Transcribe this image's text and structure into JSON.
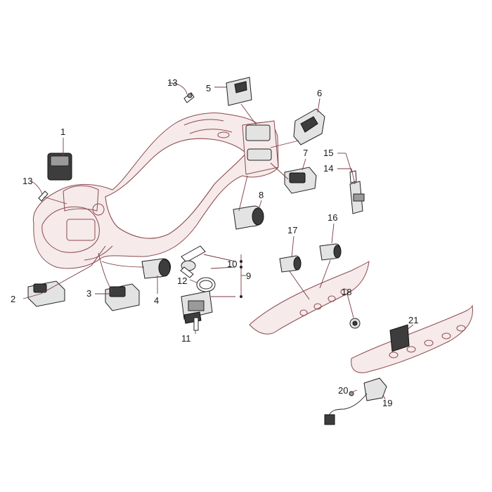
{
  "diagram": {
    "callouts": [
      {
        "id": "c1",
        "label": "1"
      },
      {
        "id": "c2",
        "label": "2"
      },
      {
        "id": "c3",
        "label": "3"
      },
      {
        "id": "c4",
        "label": "4"
      },
      {
        "id": "c5",
        "label": "5"
      },
      {
        "id": "c6",
        "label": "6"
      },
      {
        "id": "c7",
        "label": "7"
      },
      {
        "id": "c8",
        "label": "8"
      },
      {
        "id": "c9",
        "label": "9"
      },
      {
        "id": "c10",
        "label": "10"
      },
      {
        "id": "c11",
        "label": "11"
      },
      {
        "id": "c12",
        "label": "12"
      },
      {
        "id": "c13a",
        "label": "13"
      },
      {
        "id": "c13b",
        "label": "13"
      },
      {
        "id": "c14",
        "label": "14"
      },
      {
        "id": "c15",
        "label": "15"
      },
      {
        "id": "c16",
        "label": "16"
      },
      {
        "id": "c17",
        "label": "17"
      },
      {
        "id": "c18",
        "label": "18"
      },
      {
        "id": "c19",
        "label": "19"
      },
      {
        "id": "c20",
        "label": "20"
      },
      {
        "id": "c21",
        "label": "21"
      }
    ],
    "colors": {
      "housing_outline": "#8c4a50",
      "housing_fill": "#f6eaea",
      "leader_line": "#7a3a40",
      "part_outline": "#222222",
      "switch_dark": "#3d3d3d"
    }
  }
}
